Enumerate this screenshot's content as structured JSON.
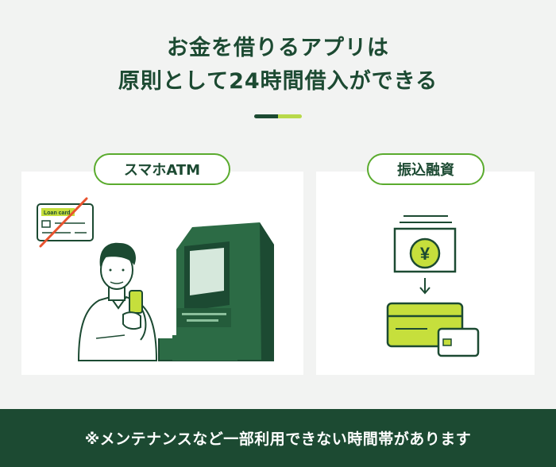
{
  "title": {
    "line1": "お金を借りるアプリは",
    "line2": "原則として24時間借入ができる"
  },
  "methods": [
    {
      "label": "スマホATM",
      "card_text": "Loan card"
    },
    {
      "label": "振込融資",
      "currency_symbol": "¥"
    }
  ],
  "footer": {
    "note": "※メンテナンスなど一部利用できない時間帯があります"
  },
  "colors": {
    "dark_green": "#1c4a32",
    "lime": "#c6df3c",
    "accent_green": "#5aab2e",
    "forbidden_red": "#e8532f"
  }
}
